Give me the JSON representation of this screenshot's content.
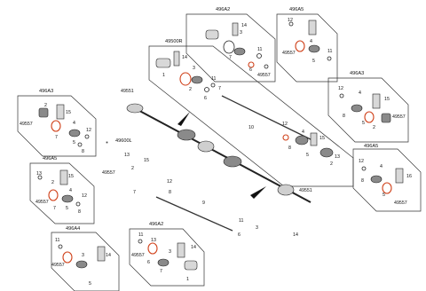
{
  "panels": {
    "top_a2": {
      "header": "496A2",
      "labels": [
        "3",
        "14",
        "7",
        "6",
        "11",
        "49557"
      ]
    },
    "top_a5": {
      "header": "496A5",
      "labels": [
        "12",
        "4",
        "49557",
        "5",
        "11"
      ]
    },
    "upper_assy": {
      "header": "49500R",
      "labels": [
        "14",
        "1",
        "3",
        "2",
        "11",
        "6",
        "7"
      ]
    },
    "left_a3": {
      "header": "496A3",
      "labels": [
        "2",
        "15",
        "49557",
        "7",
        "4",
        "5",
        "8",
        "12"
      ]
    },
    "left_a5": {
      "header": "496A5",
      "labels": [
        "13",
        "15",
        "2",
        "49557",
        "4",
        "12",
        "5",
        "8",
        "7"
      ]
    },
    "bottom_a4": {
      "header": "496A4",
      "labels": [
        "11",
        "49557",
        "3",
        "14",
        "5"
      ]
    },
    "right_a3": {
      "header": "496A3",
      "labels": [
        "12",
        "4",
        "15",
        "8",
        "5",
        "2",
        "49557"
      ]
    },
    "right_a5": {
      "header": "496A5",
      "labels": [
        "12",
        "4",
        "16",
        "8",
        "5",
        "49557"
      ]
    },
    "bottom_a2": {
      "header": "496A2",
      "labels": [
        "11",
        "13",
        "49557",
        "6",
        "7",
        "3",
        "14",
        "1"
      ]
    }
  },
  "center": {
    "labels": [
      "49551",
      "10",
      "12",
      "4",
      "15",
      "8",
      "5",
      "13",
      "2",
      "49551",
      "15",
      "49557",
      "13",
      "7",
      "2",
      "12",
      "9",
      "11",
      "3",
      "6",
      "14",
      "8"
    ]
  },
  "lower_assy": {
    "header": "49600L"
  }
}
